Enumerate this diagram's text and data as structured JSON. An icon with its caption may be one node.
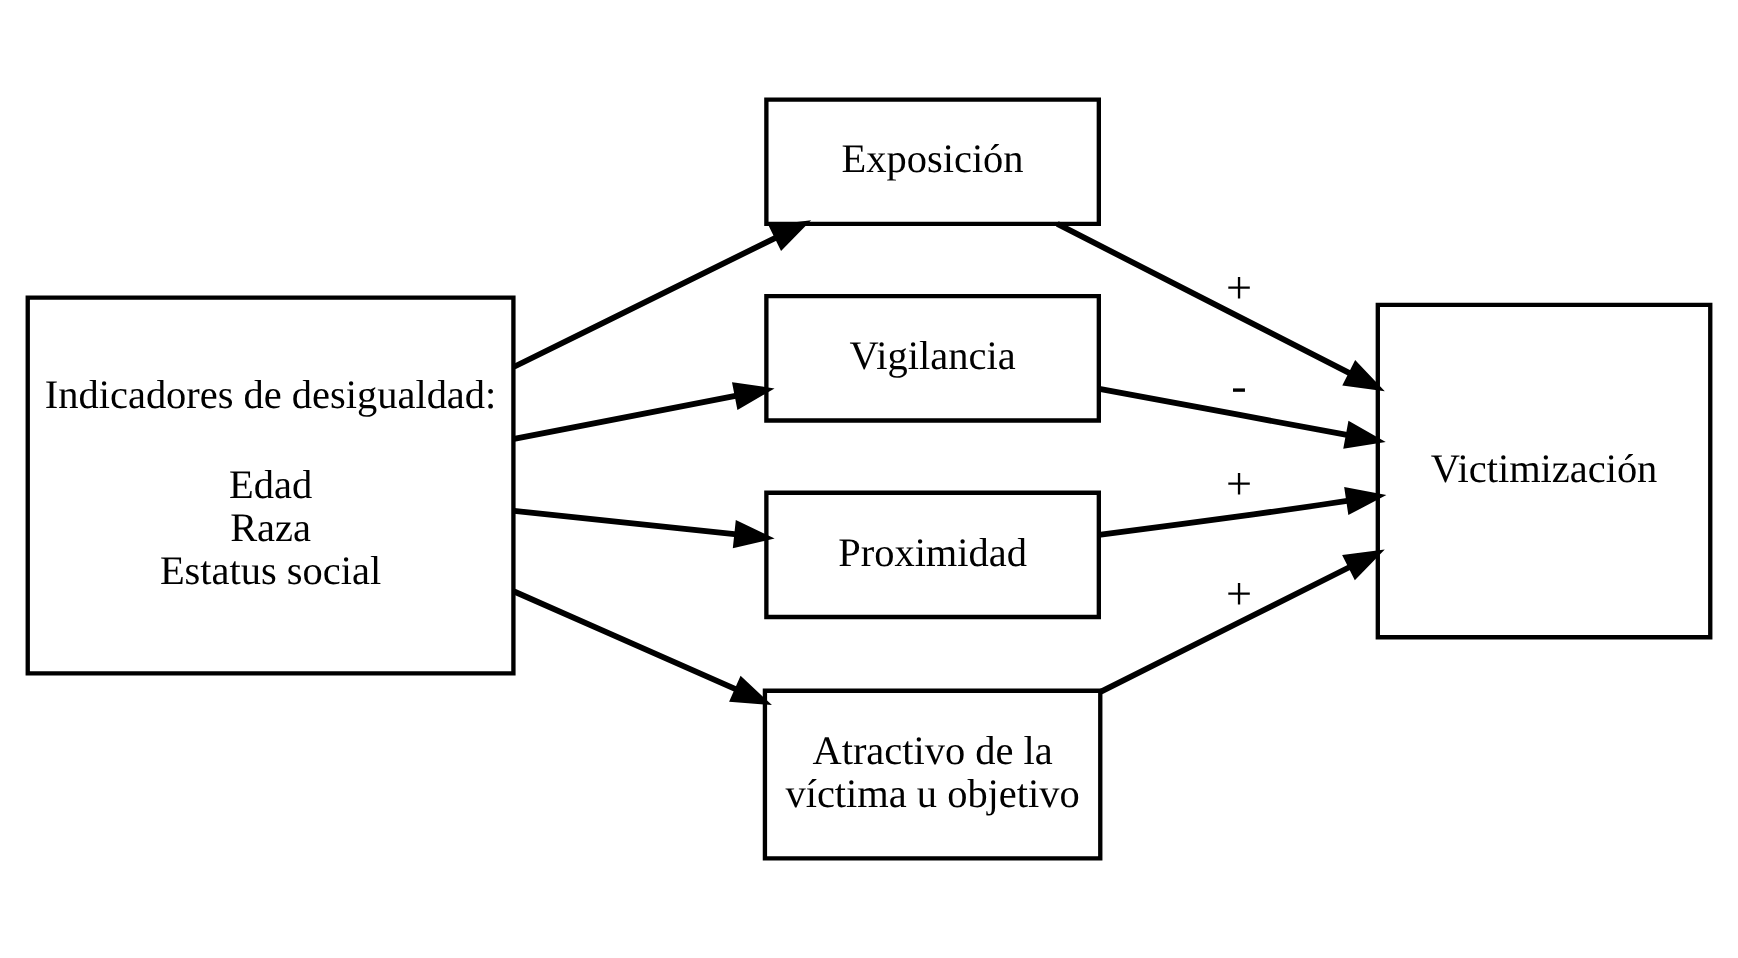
{
  "diagram": {
    "nodes": [
      {
        "text": [
          "Indicadores de desigualdad:",
          "Edad",
          "Raza",
          "Estatus social"
        ]
      },
      {
        "text": [
          "Exposición"
        ]
      },
      {
        "text": [
          "Vigilancia"
        ]
      },
      {
        "text": [
          "Proximidad"
        ]
      },
      {
        "text": [
          "Atractivo de la víctima u objetivo"
        ]
      },
      {
        "text": [
          "Victimización"
        ]
      }
    ],
    "edges": [
      {
        "from": 0,
        "to": 1,
        "arrow": "to"
      },
      {
        "from": 0,
        "to": 2,
        "arrow": "to"
      },
      {
        "from": 0,
        "to": 3,
        "arrow": "to"
      },
      {
        "from": 0,
        "to": 4,
        "arrow": "to"
      },
      {
        "from": 1,
        "to": 5,
        "arrow": "to",
        "label": "+"
      },
      {
        "from": 2,
        "to": 5,
        "arrow": "to",
        "label": "-"
      },
      {
        "from": 3,
        "to": 5,
        "arrow": "to",
        "label": "+"
      },
      {
        "from": 4,
        "to": 5,
        "arrow": "to",
        "label": "+"
      }
    ]
  }
}
